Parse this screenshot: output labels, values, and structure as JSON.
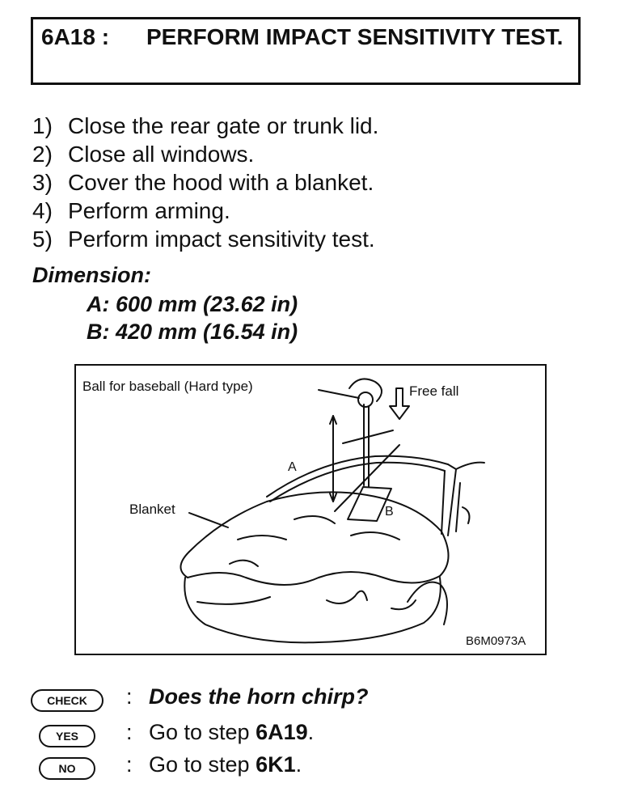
{
  "header": {
    "step_id": "6A18 :",
    "title": "PERFORM IMPACT SENSITIVITY TEST."
  },
  "steps": [
    {
      "num": "1)",
      "text": "Close the rear gate or trunk lid."
    },
    {
      "num": "2)",
      "text": "Close all windows."
    },
    {
      "num": "3)",
      "text": "Cover the hood with a blanket."
    },
    {
      "num": "4)",
      "text": "Perform arming."
    },
    {
      "num": "5)",
      "text": "Perform impact sensitivity test."
    }
  ],
  "dimension": {
    "title": "Dimension:",
    "a": "A: 600 mm (23.62 in)",
    "b": "B: 420 mm (16.54 in)"
  },
  "figure": {
    "ball_label": "Ball for baseball (Hard type)",
    "free_fall_label": "Free fall",
    "blanket_label": "Blanket",
    "a_label": "A",
    "b_label": "B",
    "figure_code": "B6M0973A"
  },
  "results": {
    "check_badge": "CHECK",
    "check_question": "Does the horn chirp?",
    "yes_badge": "YES",
    "yes_prefix": "Go to step ",
    "yes_target": "6A19",
    "yes_suffix": ".",
    "no_badge": "NO",
    "no_prefix": "Go to step ",
    "no_target": "6K1",
    "no_suffix": ".",
    "colon": ":"
  }
}
